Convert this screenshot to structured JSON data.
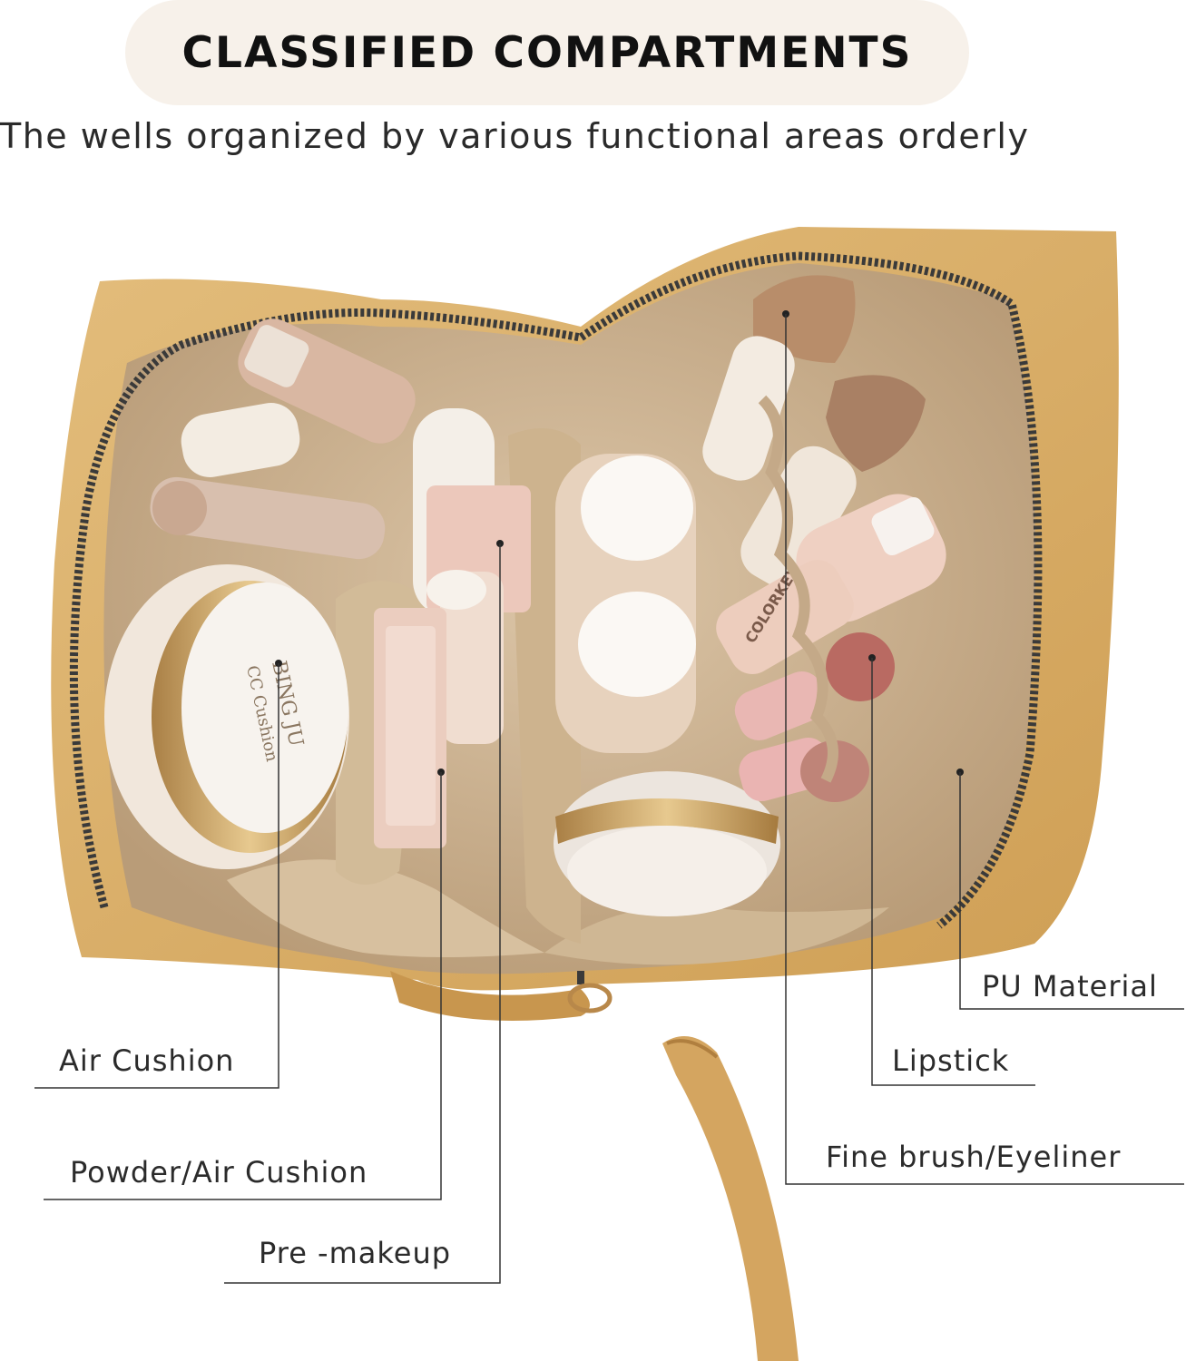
{
  "header": {
    "title": "CLASSIFIED COMPARTMENTS",
    "subtitle": "The wells organized by various functional areas orderly"
  },
  "callouts": {
    "air_cushion": "Air Cushion",
    "powder_air_cushion": "Powder/Air Cushion",
    "pre_makeup": "Pre -makeup",
    "pu_material": "PU Material",
    "lipstick": "Lipstick",
    "fine_brush_eyeliner": "Fine brush/Eyeliner"
  },
  "product_text": {
    "cushion_brand": "BING JU",
    "cushion_product": "CC Cushion",
    "lipstick_brand": "COLORKEY"
  },
  "colors": {
    "bag_outer": "#d9ad66",
    "bag_inner": "#c9b091",
    "lining": "#d8c2a4",
    "zipper": "#3a3a3a",
    "gold_trim": "#c49a5a",
    "pink_product": "#e8c3b4",
    "white_cap": "#f5efe7",
    "title_pill": "#f7f1ea"
  }
}
